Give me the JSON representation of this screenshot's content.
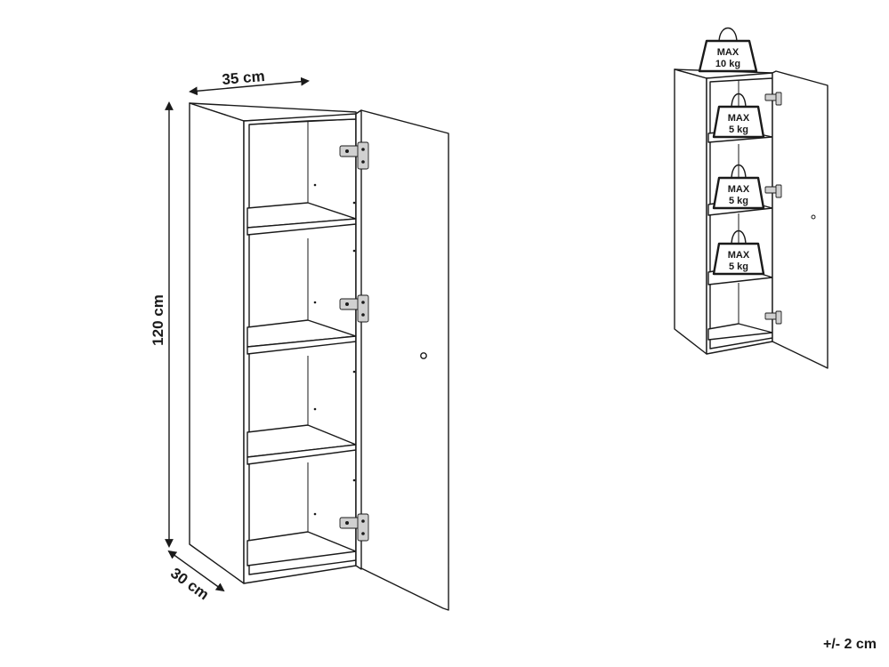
{
  "dimensions": {
    "width": "35 cm",
    "height": "120 cm",
    "depth": "30 cm"
  },
  "load_limits": {
    "top": {
      "label": "MAX",
      "value": "10 kg"
    },
    "shelves": [
      {
        "label": "MAX",
        "value": "5 kg"
      },
      {
        "label": "MAX",
        "value": "5 kg"
      },
      {
        "label": "MAX",
        "value": "5 kg"
      }
    ]
  },
  "tolerance": "+/- 2 cm",
  "colors": {
    "line": "#1a1a1a",
    "background": "#ffffff",
    "hinge": "#d0d0d0"
  }
}
